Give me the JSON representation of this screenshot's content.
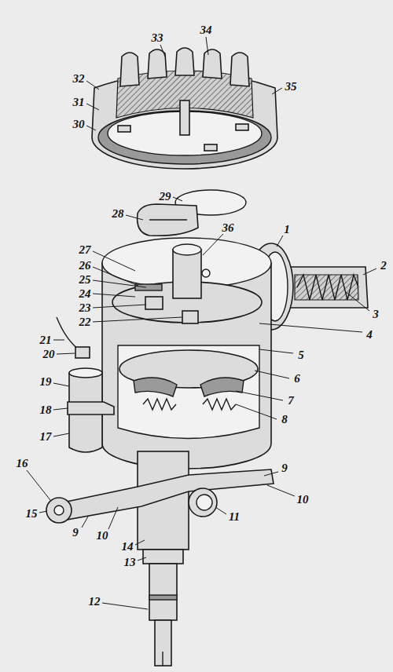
{
  "diagram": {
    "labels": [
      "33",
      "34",
      "32",
      "35",
      "31",
      "30",
      "29",
      "28",
      "1",
      "2",
      "27",
      "36",
      "26",
      "25",
      "24",
      "23",
      "3",
      "22",
      "4",
      "21",
      "5",
      "20",
      "6",
      "19",
      "7",
      "18",
      "8",
      "17",
      "9",
      "16",
      "10",
      "9",
      "15",
      "10",
      "11",
      "14",
      "13",
      "12"
    ]
  }
}
